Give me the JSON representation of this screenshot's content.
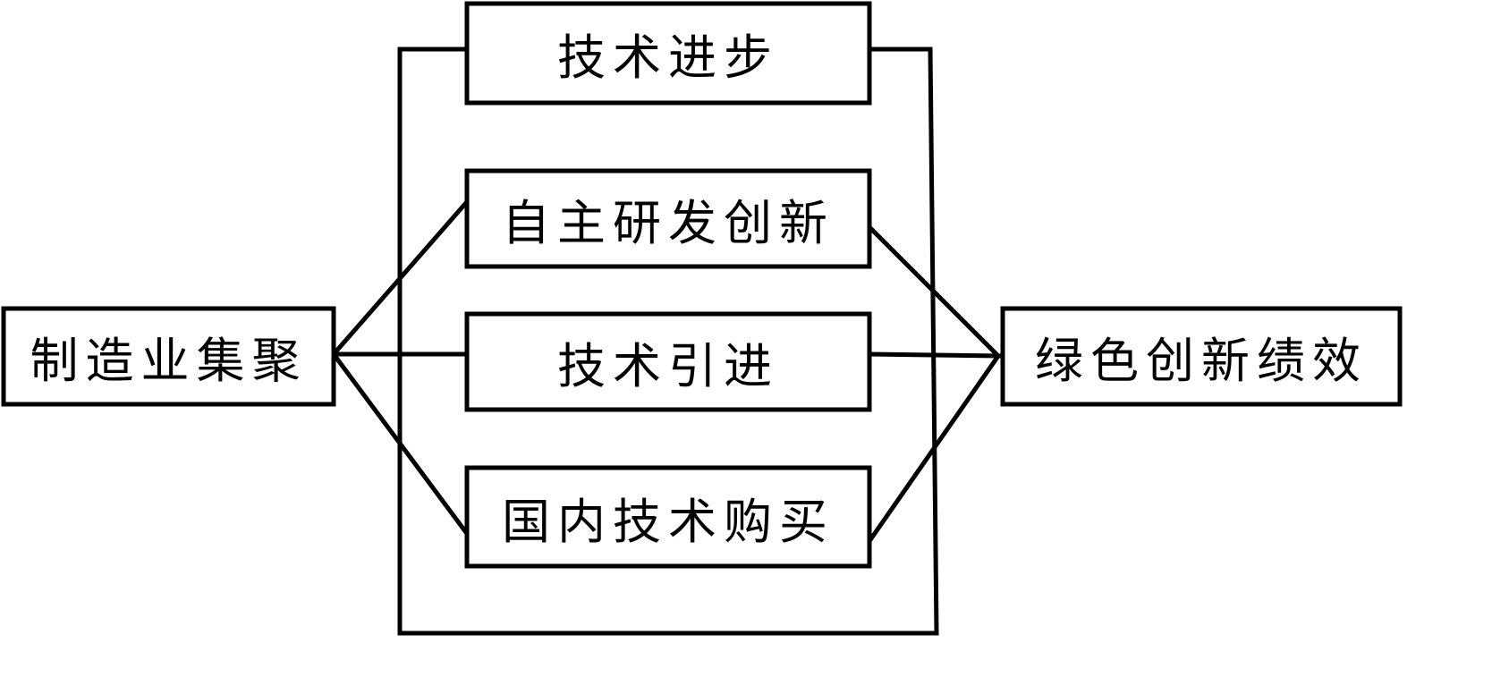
{
  "diagram": {
    "type": "flow-framework",
    "source_node": {
      "id": "manufacturing-agglomeration",
      "label": "制造业集聚"
    },
    "target_node": {
      "id": "green-innovation-performance",
      "label": "绿色创新绩效"
    },
    "mediators": [
      {
        "id": "technological-progress",
        "label": "技术进步",
        "role": "umbrella"
      },
      {
        "id": "independent-rd",
        "label": "自主研发创新"
      },
      {
        "id": "technology-import",
        "label": "技术引进"
      },
      {
        "id": "domestic-tech-purchase",
        "label": "国内技术购买"
      }
    ],
    "edges": [
      {
        "from": "manufacturing-agglomeration",
        "to": "independent-rd"
      },
      {
        "from": "manufacturing-agglomeration",
        "to": "technology-import"
      },
      {
        "from": "manufacturing-agglomeration",
        "to": "domestic-tech-purchase"
      },
      {
        "from": "independent-rd",
        "to": "green-innovation-performance"
      },
      {
        "from": "technology-import",
        "to": "green-innovation-performance"
      },
      {
        "from": "domestic-tech-purchase",
        "to": "green-innovation-performance"
      },
      {
        "from": "technological-progress",
        "to": "enclosing-frame",
        "note": "bracket grouping all three channels"
      }
    ],
    "colors": {
      "stroke": "#000000",
      "background": "#ffffff",
      "text": "#000000"
    }
  }
}
